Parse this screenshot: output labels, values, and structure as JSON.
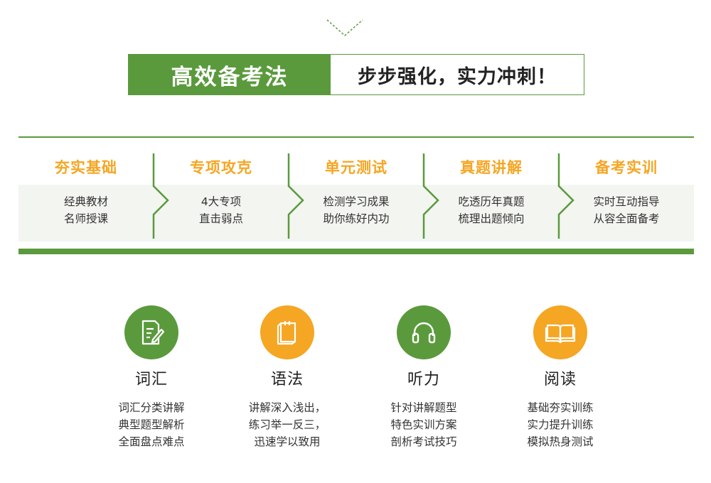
{
  "banner": {
    "left": "高效备考法",
    "right": "步步强化，实力冲刺！"
  },
  "steps": [
    {
      "title": "夯实基础",
      "lines": [
        "经典教材",
        "名师授课"
      ]
    },
    {
      "title": "专项攻克",
      "lines": [
        "4大专项",
        "直击弱点"
      ]
    },
    {
      "title": "单元测试",
      "lines": [
        "检测学习成果",
        "助你练好内功"
      ]
    },
    {
      "title": "真题讲解",
      "lines": [
        "吃透历年真题",
        "梳理出题倾向"
      ]
    },
    {
      "title": "备考实训",
      "lines": [
        "实时互动指导",
        "从容全面备考"
      ]
    }
  ],
  "cards": [
    {
      "title": "词汇",
      "icon": "edit-document-icon",
      "lines": [
        "词汇分类讲解",
        "典型题型解析",
        "全面盘点难点"
      ]
    },
    {
      "title": "语法",
      "icon": "notebook-icon",
      "lines": [
        "讲解深入浅出，",
        "练习举一反三，",
        "迅速学以致用"
      ]
    },
    {
      "title": "听力",
      "icon": "headphones-icon",
      "lines": [
        "针对讲解题型",
        "特色实训方案",
        "剖析考试技巧"
      ]
    },
    {
      "title": "阅读",
      "icon": "open-book-icon",
      "lines": [
        "基础夯实训练",
        "实力提升训练",
        "模拟热身测试"
      ]
    }
  ],
  "colors": {
    "green": "#5a9a3c",
    "orange": "#f5a623"
  }
}
